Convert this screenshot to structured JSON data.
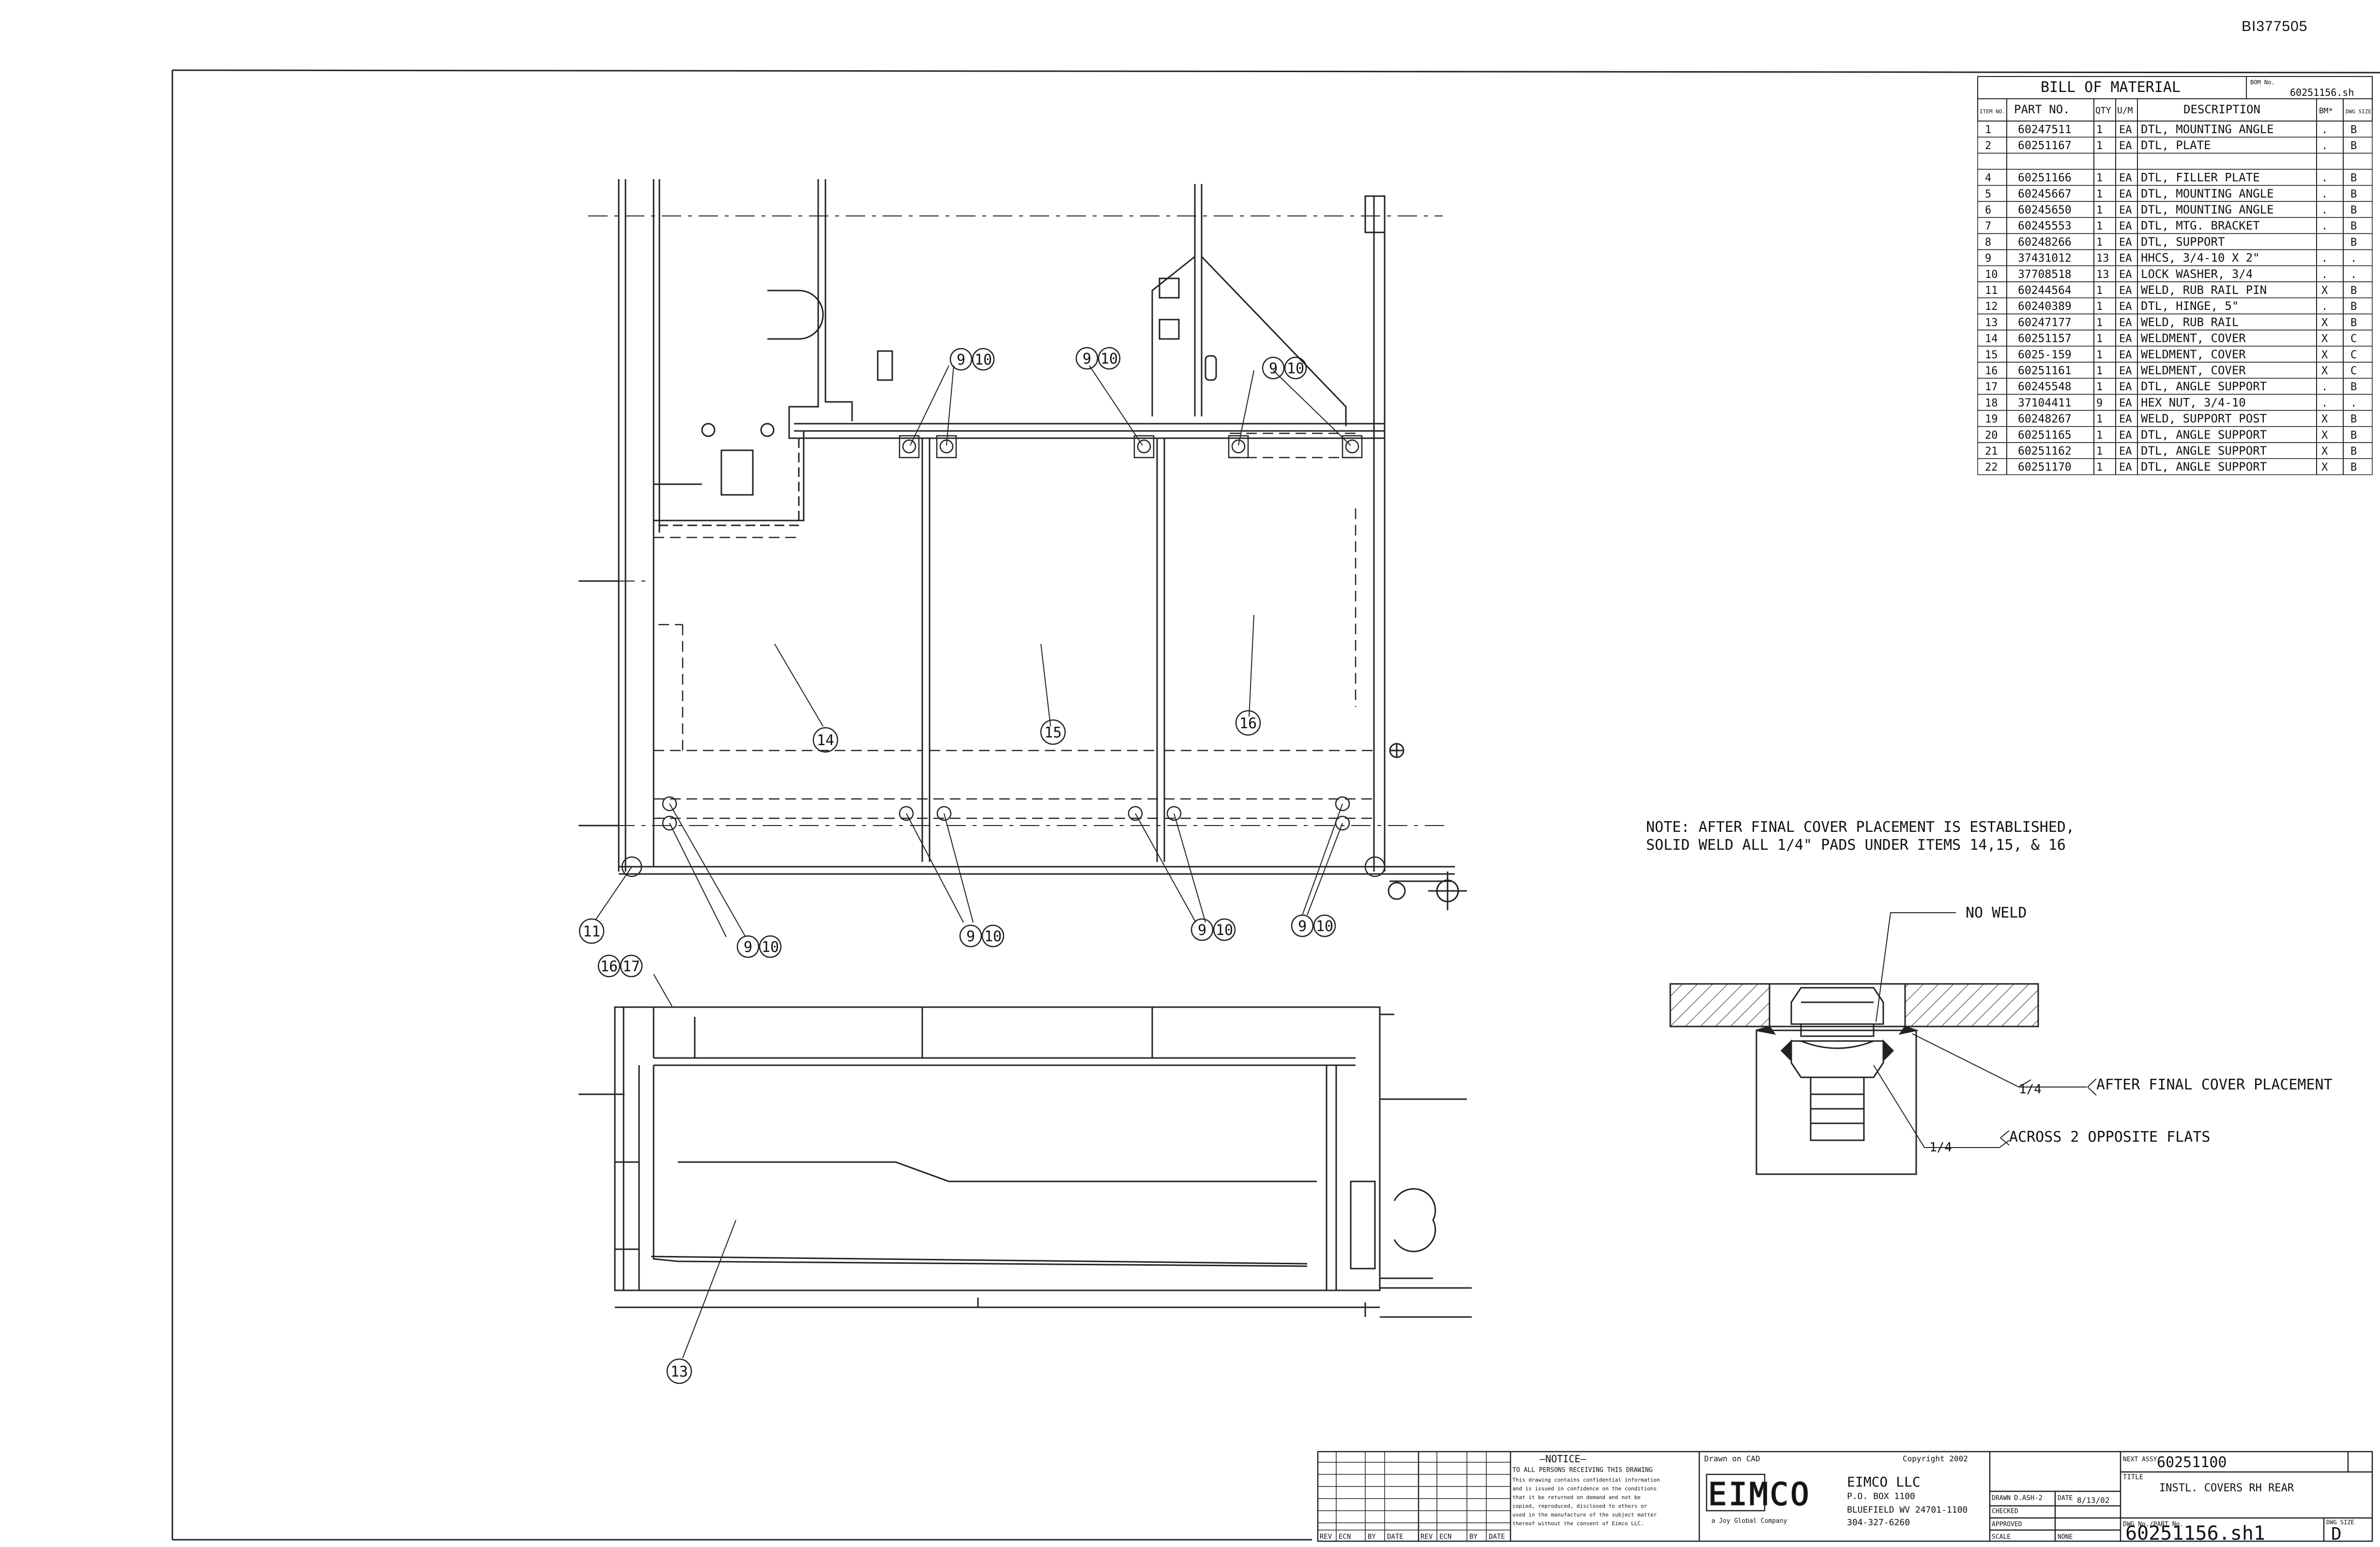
{
  "document_id": "BI377505",
  "bom": {
    "title": "BILL OF MATERIAL",
    "bom_no_label": "BOM No.",
    "bom_no": "60251156.sh",
    "headers": [
      "ITEM NO.",
      "PART NO.",
      "QTY",
      "U/M",
      "DESCRIPTION",
      "BM*",
      "DWG SIZE"
    ],
    "rows": [
      {
        "item": "1",
        "part": "60247511",
        "qty": "1",
        "um": "EA",
        "desc": "DTL, MOUNTING ANGLE",
        "bm": ".",
        "size": "B"
      },
      {
        "item": "2",
        "part": "60251167",
        "qty": "1",
        "um": "EA",
        "desc": "DTL, PLATE",
        "bm": ".",
        "size": "B"
      },
      {
        "item": "",
        "part": "",
        "qty": "",
        "um": "",
        "desc": "",
        "bm": "",
        "size": ""
      },
      {
        "item": "4",
        "part": "60251166",
        "qty": "1",
        "um": "EA",
        "desc": "DTL, FILLER PLATE",
        "bm": ".",
        "size": "B"
      },
      {
        "item": "5",
        "part": "60245667",
        "qty": "1",
        "um": "EA",
        "desc": "DTL, MOUNTING ANGLE",
        "bm": ".",
        "size": "B"
      },
      {
        "item": "6",
        "part": "60245650",
        "qty": "1",
        "um": "EA",
        "desc": "DTL, MOUNTING ANGLE",
        "bm": ".",
        "size": "B"
      },
      {
        "item": "7",
        "part": "60245553",
        "qty": "1",
        "um": "EA",
        "desc": "DTL, MTG. BRACKET",
        "bm": ".",
        "size": "B"
      },
      {
        "item": "8",
        "part": "60248266",
        "qty": "1",
        "um": "EA",
        "desc": "DTL, SUPPORT",
        "bm": "",
        "size": "B"
      },
      {
        "item": "9",
        "part": "37431012",
        "qty": "13",
        "um": "EA",
        "desc": "HHCS, 3/4-10 X 2\"",
        "bm": ".",
        "size": "."
      },
      {
        "item": "10",
        "part": "37708518",
        "qty": "13",
        "um": "EA",
        "desc": "LOCK WASHER, 3/4",
        "bm": ".",
        "size": "."
      },
      {
        "item": "11",
        "part": "60244564",
        "qty": "1",
        "um": "EA",
        "desc": "WELD, RUB RAIL PIN",
        "bm": "X",
        "size": "B"
      },
      {
        "item": "12",
        "part": "60240389",
        "qty": "1",
        "um": "EA",
        "desc": "DTL, HINGE, 5\"",
        "bm": ".",
        "size": "B"
      },
      {
        "item": "13",
        "part": "60247177",
        "qty": "1",
        "um": "EA",
        "desc": "WELD, RUB RAIL",
        "bm": "X",
        "size": "B"
      },
      {
        "item": "14",
        "part": "60251157",
        "qty": "1",
        "um": "EA",
        "desc": "WELDMENT, COVER",
        "bm": "X",
        "size": "C"
      },
      {
        "item": "15",
        "part": "6025-159",
        "qty": "1",
        "um": "EA",
        "desc": "WELDMENT, COVER",
        "bm": "X",
        "size": "C"
      },
      {
        "item": "16",
        "part": "60251161",
        "qty": "1",
        "um": "EA",
        "desc": "WELDMENT, COVER",
        "bm": "X",
        "size": "C"
      },
      {
        "item": "17",
        "part": "60245548",
        "qty": "1",
        "um": "EA",
        "desc": "DTL, ANGLE SUPPORT",
        "bm": ".",
        "size": "B"
      },
      {
        "item": "18",
        "part": "37104411",
        "qty": "9",
        "um": "EA",
        "desc": "HEX NUT, 3/4-10",
        "bm": ".",
        "size": "."
      },
      {
        "item": "19",
        "part": "60248267",
        "qty": "1",
        "um": "EA",
        "desc": "WELD, SUPPORT POST",
        "bm": "X",
        "size": "B"
      },
      {
        "item": "20",
        "part": "60251165",
        "qty": "1",
        "um": "EA",
        "desc": "DTL, ANGLE SUPPORT",
        "bm": "X",
        "size": "B"
      },
      {
        "item": "21",
        "part": "60251162",
        "qty": "1",
        "um": "EA",
        "desc": "DTL, ANGLE SUPPORT",
        "bm": "X",
        "size": "B"
      },
      {
        "item": "22",
        "part": "60251170",
        "qty": "1",
        "um": "EA",
        "desc": "DTL, ANGLE SUPPORT",
        "bm": "X",
        "size": "B"
      }
    ]
  },
  "balloons": {
    "b9": "9",
    "b10": "10",
    "b11": "11",
    "b13": "13",
    "b14": "14",
    "b15": "15",
    "b16": "16",
    "b17": "17"
  },
  "note": {
    "line1": "NOTE: AFTER FINAL COVER PLACEMENT IS ESTABLISHED,",
    "line2": "SOLID WELD ALL 1/4\" PADS UNDER ITEMS 14,15, & 16"
  },
  "detail": {
    "no_weld": "NO WELD",
    "weld_size": "1/4",
    "after_final": "AFTER FINAL COVER PLACEMENT",
    "across_flats": "ACROSS 2 OPPOSITE FLATS"
  },
  "title_block": {
    "notice_title": "—NOTICE—",
    "notice_lines": [
      "TO ALL PERSONS RECEIVING THIS DRAWING",
      "This drawing contains confidential information",
      "and is issued in confidence on the conditions",
      "that it be returned on demand and not be",
      "copied, reproduced, disclosed to others or",
      "used in the manufacture of the subject matter",
      "thereof without the consent of Eimco LLC."
    ],
    "rev_headers": [
      "REV",
      "ECN",
      "BY",
      "DATE",
      "REV",
      "ECN",
      "BY",
      "DATE"
    ],
    "drawn_on": "Drawn on CAD",
    "copyright": "Copyright 2002",
    "logo": "EIMCO",
    "logo_sub": "a Joy Global Company",
    "company": "EIMCO LLC",
    "address1": "P.O. BOX 1100",
    "address2": "BLUEFIELD WV 24701-1100",
    "phone": "304-327-6260",
    "next_assy_label": "NEXT ASSY",
    "next_assy": "60251100",
    "title_label": "TITLE",
    "title": "INSTL. COVERS RH REAR",
    "drawn_label": "DRAWN",
    "drawn_by": "D.ASH-2",
    "date_label": "DATE",
    "date": "8/13/02",
    "checked_label": "CHECKED",
    "approved_label": "APPROVED",
    "scale_label": "SCALE",
    "scale": "NONE",
    "dwg_no_label": "DWG No./PART No.",
    "dwg_no": "60251156.sh1",
    "size_label": "DWG SIZE",
    "size": "D"
  }
}
